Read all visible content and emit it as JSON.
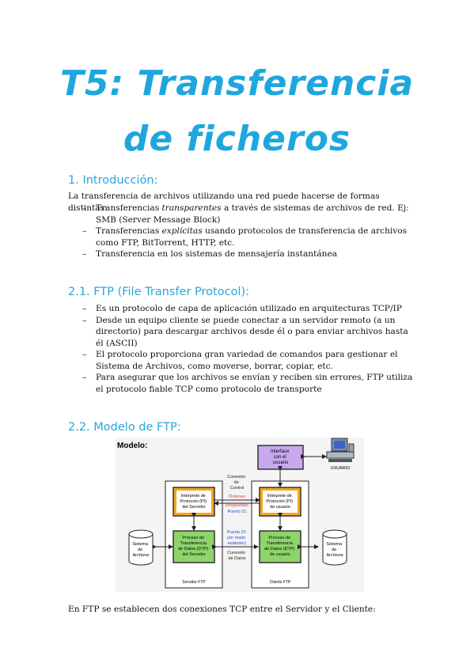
{
  "title": {
    "line1": "T5: Transferencia",
    "line2": "de ficheros"
  },
  "intro": {
    "heading": "1. Introducción:",
    "text": "La transferencia de archivos utilizando una red puede hacerse de formas distintas:",
    "items": [
      {
        "pre": "Transferencias ",
        "em": "transparentes",
        "post": " a través de sistemas de archivos de red. Ej: SMB (Server Message Block)"
      },
      {
        "pre": "Transferencias ",
        "em": "explícitas",
        "post": " usando protocolos de transferencia de archivos como FTP, BitTorrent, HTTP, etc."
      },
      {
        "pre": "Transferencia en los sistemas de mensajería instantánea",
        "em": "",
        "post": ""
      }
    ]
  },
  "ftp": {
    "heading": "2.1. FTP (File Transfer Protocol):",
    "items": [
      "Es un protocolo de capa de aplicación utilizado en arquitecturas TCP/IP",
      "Desde un equipo cliente se puede conectar a un servidor remoto (a un directorio) para descargar archivos desde él o para enviar archivos hasta él (ASCII)",
      "El protocolo proporciona gran variedad de comandos para gestionar el Sistema de Archivos, como moverse, borrar, copiar, etc.",
      "Para asegurar que los archivos se envían y reciben sin errores, FTP utiliza el protocolo fiable TCP como protocolo de transporte"
    ]
  },
  "model": {
    "heading": "2.2. Modelo de FTP:",
    "diagram": {
      "label": "Modelo:",
      "interface": [
        "Interface",
        "con el",
        "usuario"
      ],
      "user": "USUARIO",
      "pi_server": [
        "Intérprete de",
        "Protocolo (PI)",
        "del Servidor"
      ],
      "pi_client": [
        "Intérprete de",
        "Protocolo (PI)",
        "de usuario"
      ],
      "dtp_server": [
        "Proceso de",
        "Transferencia",
        "de Datos (DTP)",
        "del Servidor"
      ],
      "dtp_client": [
        "Proceso de",
        "Transferencia",
        "de Datos (DTP)",
        "de usuario"
      ],
      "control": [
        "Conexión",
        "de",
        "Control"
      ],
      "ordenes": "Órdenes",
      "respuestas": "Respuestas",
      "puerto21": "Puerto 21",
      "puerto20": [
        "Puerto 20",
        "(en modo",
        "estándar)"
      ],
      "data_conn": [
        "Conexión",
        "de Datos"
      ],
      "fs_left": [
        "Sistema",
        "de",
        "Archivos"
      ],
      "fs_right": [
        "Sistema",
        "de",
        "Archivos"
      ],
      "server_caption": "Servidor FTP",
      "client_caption": "Cliente FTP",
      "colors": {
        "box": "#f5a623",
        "box_border": "#8a5a00",
        "green": "#8ed46b",
        "purple": "#c9a8f0",
        "red": "#e53935",
        "blue": "#1e4fd8"
      }
    },
    "footer": "En FTP se establecen dos conexiones TCP entre el Servidor y el Cliente:"
  }
}
